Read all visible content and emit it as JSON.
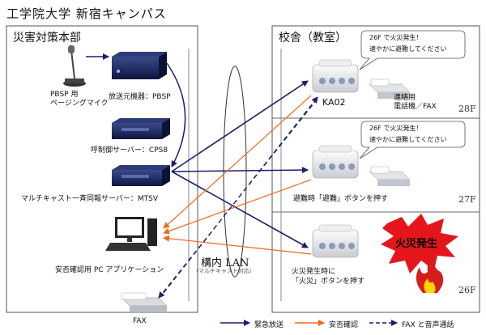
{
  "title": "工学院大学  新宿キャンパス",
  "hq": {
    "heading": "災害対策本部",
    "pbsp_mic": "PBSP 用\nページングマイク",
    "pbsp": "放送元機器：PBSP",
    "cps8": "呼制御サーバー：CPS8",
    "mtsv": "マルチキャスト一斉同報サーバー：MTSV",
    "pc_app": "安否確認用 PC アプリケーション",
    "fax": "FAX"
  },
  "lan": {
    "label": "構内 LAN",
    "sublabel": "（マルチキャスト対応）"
  },
  "building": {
    "heading": "校舎（教室）",
    "floors": [
      {
        "floor_label": "28F",
        "bubble_line1": "26F で火災発生！",
        "bubble_line2": "速やかに避難してください",
        "device_id": "KA02",
        "device_note": "連絡用\n電話機／FAX"
      },
      {
        "floor_label": "27F",
        "bubble_line1": "26F で火災発生！",
        "bubble_line2": "速やかに避難してください",
        "device_note": "避難時「避難」ボタンを押す"
      },
      {
        "floor_label": "26F",
        "device_note": "火災発生時に\n「火災」ボタンを押す",
        "fire_label": "火災発生"
      }
    ]
  },
  "legend": {
    "items": [
      {
        "label": "緊急放送",
        "color": "#1a1f6b",
        "style": "solid"
      },
      {
        "label": "安否確認",
        "color": "#ee6a1f",
        "style": "solid"
      },
      {
        "label": "FAX と音声通話",
        "color": "#1a1f6b",
        "style": "dashed"
      }
    ]
  },
  "colors": {
    "navy": "#1a1f6b",
    "orange": "#ee6a1f",
    "fire_red": "#e4161b",
    "box_border": "#555555"
  }
}
